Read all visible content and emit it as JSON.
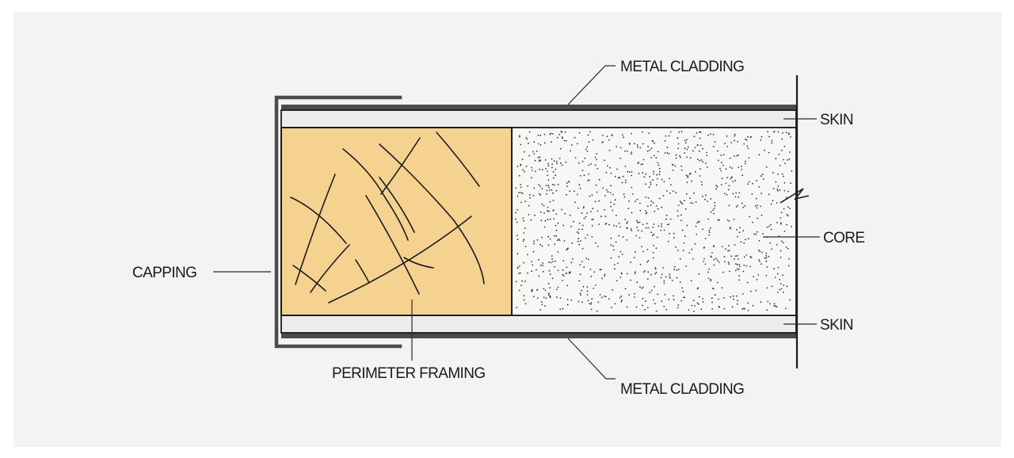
{
  "diagram": {
    "title": "",
    "colors": {
      "background": "#f3f4f2",
      "cladding": "#4a4b4d",
      "skin": "#ededed",
      "core": "#f7f7f6",
      "framing": "#f6d291",
      "outline": "#1c1c1c"
    },
    "labels": {
      "metal_cladding_top": "METAL CLADDING",
      "metal_cladding_bottom": "METAL CLADDING",
      "skin_top": "SKIN",
      "skin_bottom": "SKIN",
      "core": "CORE",
      "capping": "CAPPING",
      "perimeter_framing": "PERIMETER FRAMING"
    },
    "icons": {
      "break_line": "break-line-icon",
      "wood_grain": "wood-grain-pattern",
      "stipple": "stipple-pattern"
    }
  }
}
